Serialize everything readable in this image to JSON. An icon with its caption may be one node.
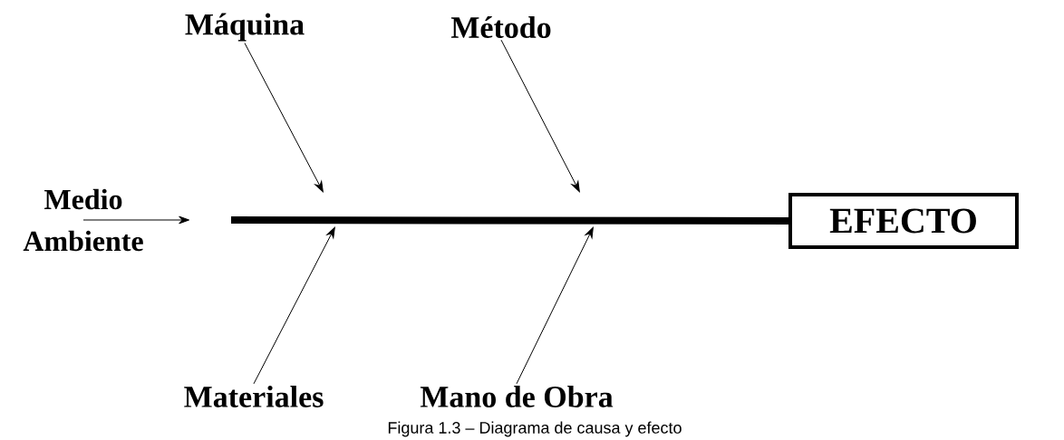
{
  "diagram": {
    "caption": "Figura 1.3 – Diagrama de causa y efecto",
    "nodes": [
      {
        "text": [
          "Máquina"
        ]
      },
      {
        "text": [
          "Método"
        ]
      },
      {
        "text": [
          "Medio Ambiente"
        ]
      },
      {
        "text": [
          "Materiales"
        ]
      },
      {
        "text": [
          "Mano de Obra"
        ]
      },
      {
        "text": [
          "EFECTO"
        ]
      }
    ],
    "edges": [
      {
        "from": null,
        "to": 5,
        "arrow": "none",
        "style": "thick"
      },
      {
        "from": 0,
        "to": null,
        "arrow": "to"
      },
      {
        "from": 1,
        "to": null,
        "arrow": "to"
      },
      {
        "from": 2,
        "to": null,
        "arrow": "to"
      },
      {
        "from": 3,
        "to": null,
        "arrow": "to"
      },
      {
        "from": 4,
        "to": null,
        "arrow": "to"
      }
    ]
  }
}
